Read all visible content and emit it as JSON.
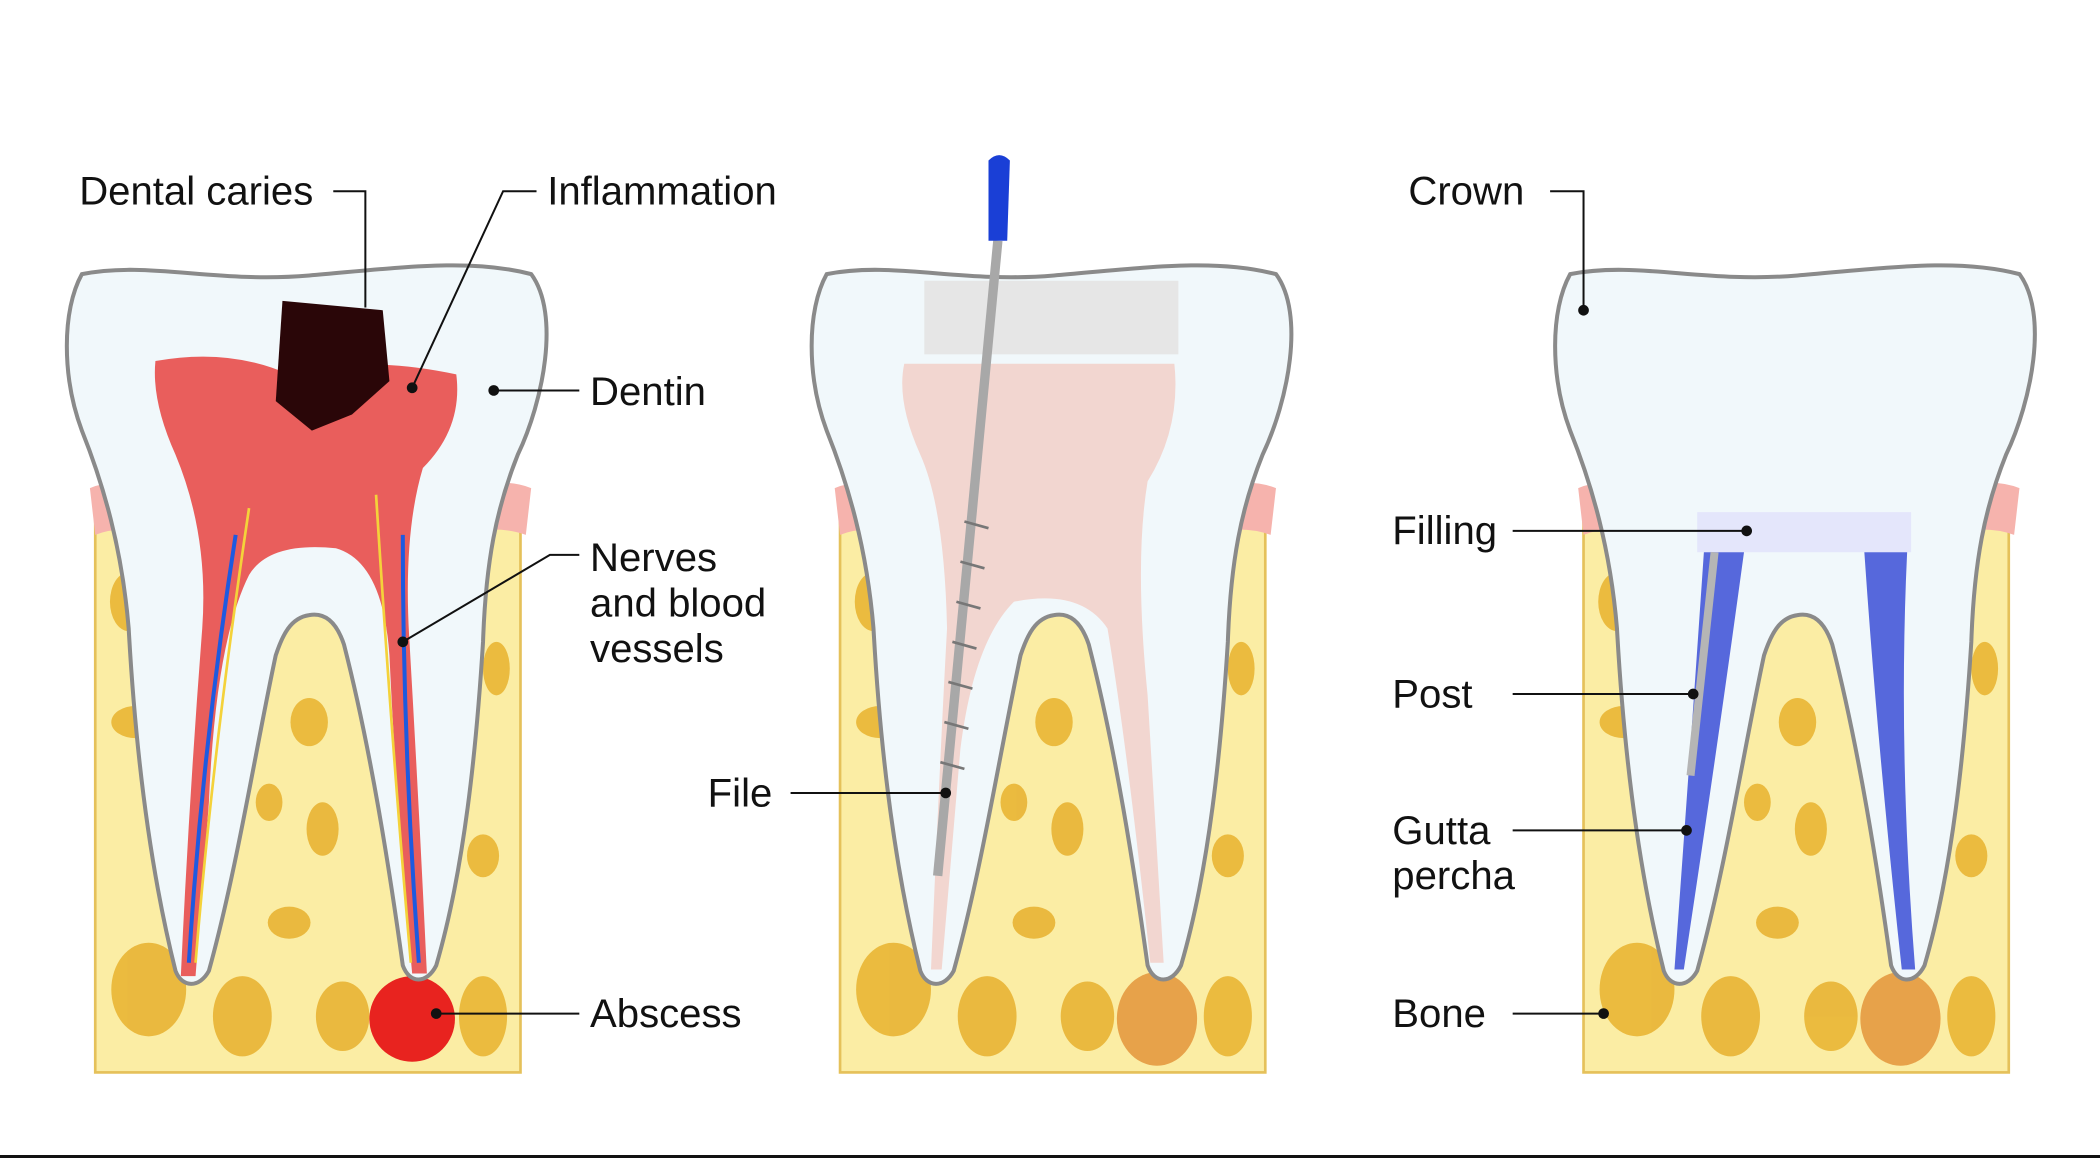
{
  "labels": {
    "dental_caries": "Dental caries",
    "inflammation": "Inflammation",
    "dentin": "Dentin",
    "nerves_1": "Nerves",
    "nerves_2": "and blood",
    "nerves_3": "vessels",
    "abscess": "Abscess",
    "file": "File",
    "crown": "Crown",
    "filling": "Filling",
    "post": "Post",
    "gutta_1": "Gutta",
    "gutta_2": "percha",
    "bone": "Bone"
  },
  "colors": {
    "bone": "#fbeda4",
    "bone_pore": "#e8b12e",
    "gum": "#f6b3ad",
    "enamel": "#eef7fb",
    "pulp_inflamed": "#e8433f",
    "pulp_treated": "#f2d6d0",
    "canal_filled": "#3b4fd6",
    "file_handle": "#1a3fd6"
  }
}
